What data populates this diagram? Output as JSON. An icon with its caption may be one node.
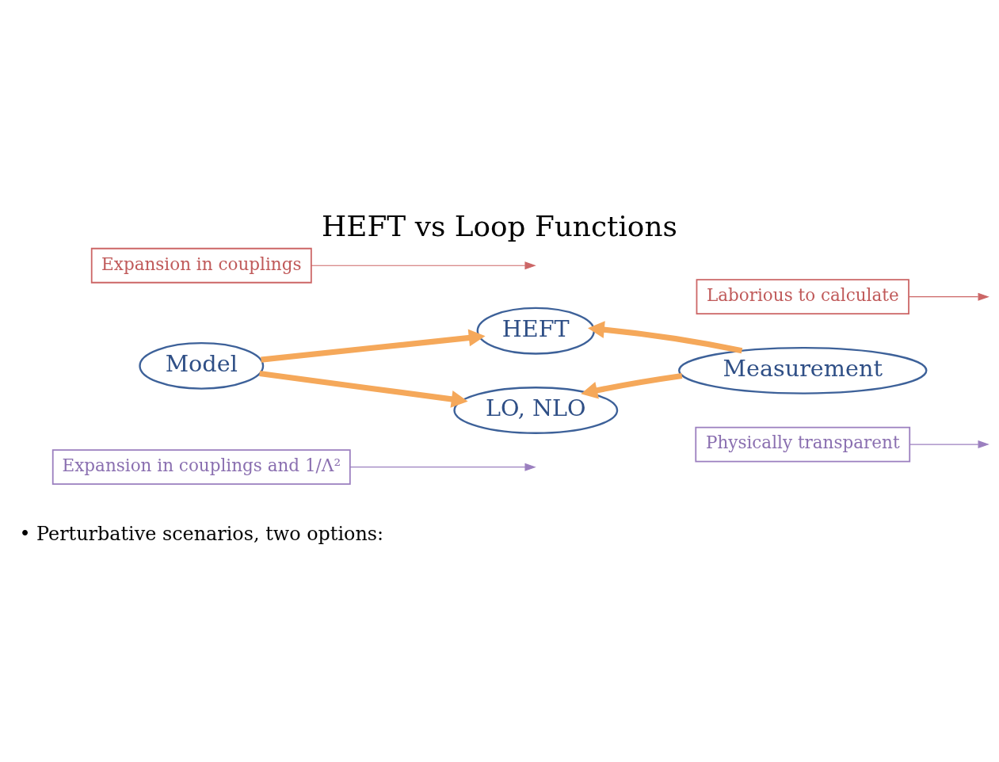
{
  "diagram": {
    "title": "HEFT vs Loop Functions",
    "nodes": [
      {
        "text": [
          "Expansion in couplings and 1/Λ²"
        ]
      },
      {
        "text": [
          "Physically transparent"
        ]
      },
      {
        "text": [
          "HEFT"
        ]
      },
      {
        "text": [
          "Model"
        ]
      },
      {
        "text": [
          "Measurement"
        ]
      },
      {
        "text": [
          "LO, NLO"
        ]
      },
      {
        "text": [
          "Expansion in couplings"
        ]
      },
      {
        "text": [
          "Laborious to calculate"
        ]
      }
    ],
    "edges": [
      {
        "from": 3,
        "to": 2,
        "arrow": "to",
        "style": "thick",
        "color": "#f5a85a"
      },
      {
        "from": 4,
        "to": 2,
        "arrow": "to",
        "style": "thick",
        "color": "#f5a85a"
      },
      {
        "from": 3,
        "to": 5,
        "arrow": "to",
        "style": "thick",
        "color": "#f5a85a"
      },
      {
        "from": 4,
        "to": 5,
        "arrow": "to",
        "style": "thick",
        "color": "#f5a85a"
      },
      {
        "from": 0,
        "to": null,
        "arrow": "to",
        "color": "#9b7fbf"
      },
      {
        "from": 1,
        "to": null,
        "arrow": "to",
        "color": "#9b7fbf"
      },
      {
        "from": 6,
        "to": null,
        "arrow": "to",
        "color": "#cc6666"
      },
      {
        "from": 7,
        "to": null,
        "arrow": "to",
        "color": "#cc6666"
      }
    ],
    "labels": [
      "• Perturbative scenarios, two options:"
    ]
  }
}
